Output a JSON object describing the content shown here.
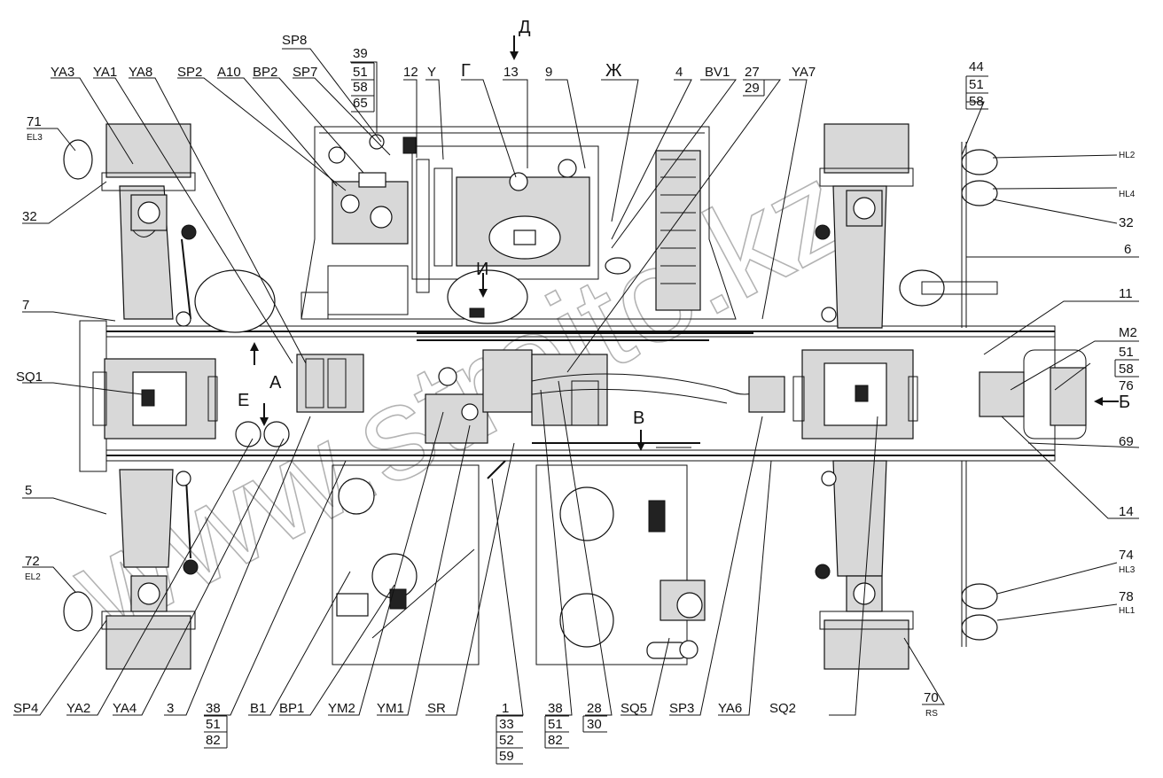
{
  "labels": {
    "SP8": "SP8",
    "n39": "39",
    "n51a": "51",
    "n58a": "58",
    "n65": "65",
    "D_letter": "Д",
    "n13": "13",
    "n12": "12",
    "Y": "Y",
    "G_letter": "Г",
    "n9": "9",
    "ZH_letter": "Ж",
    "n4": "4",
    "BV1": "BV1",
    "n27": "27",
    "n29": "29",
    "YA7": "YA7",
    "n44": "44",
    "n51b": "51",
    "n58b": "58",
    "YA3": "YA3",
    "YA1": "YA1",
    "YA8": "YA8",
    "SP2": "SP2",
    "A10": "A10",
    "BP2": "BP2",
    "SP7": "SP7",
    "n71": "71",
    "EL3": "EL3",
    "n32a": "32",
    "n7": "7",
    "SQ1": "SQ1",
    "E_letter": "Е",
    "A_letter": "А",
    "I_letter": "И",
    "B_letter": "В",
    "BE_letter": "Б",
    "HL2": "HL2",
    "HL4": "HL4",
    "n32b": "32",
    "n6": "6",
    "n11": "11",
    "M2": "M2",
    "n51c": "51",
    "n58c": "58",
    "n76": "76",
    "n69": "69",
    "n14": "14",
    "n74": "74",
    "HL3": "HL3",
    "n78": "78",
    "HL1": "HL1",
    "n5": "5",
    "n72": "72",
    "EL2": "EL2",
    "SP4": "SP4",
    "YA2": "YA2",
    "YA4": "YA4",
    "n3": "3",
    "n38a": "38",
    "n51d": "51",
    "n82a": "82",
    "B1": "B1",
    "BP1": "BP1",
    "YM2": "YM2",
    "YM1": "YM1",
    "SR": "SR",
    "n1": "1",
    "n33": "33",
    "n52": "52",
    "n59": "59",
    "n38b": "38",
    "n51e": "51",
    "n82b": "82",
    "n28": "28",
    "n30": "30",
    "SQ5": "SQ5",
    "SP3": "SP3",
    "YA6": "YA6",
    "SQ2": "SQ2",
    "n70": "70",
    "RS": "RS"
  },
  "watermark": "www.stroito.kz"
}
